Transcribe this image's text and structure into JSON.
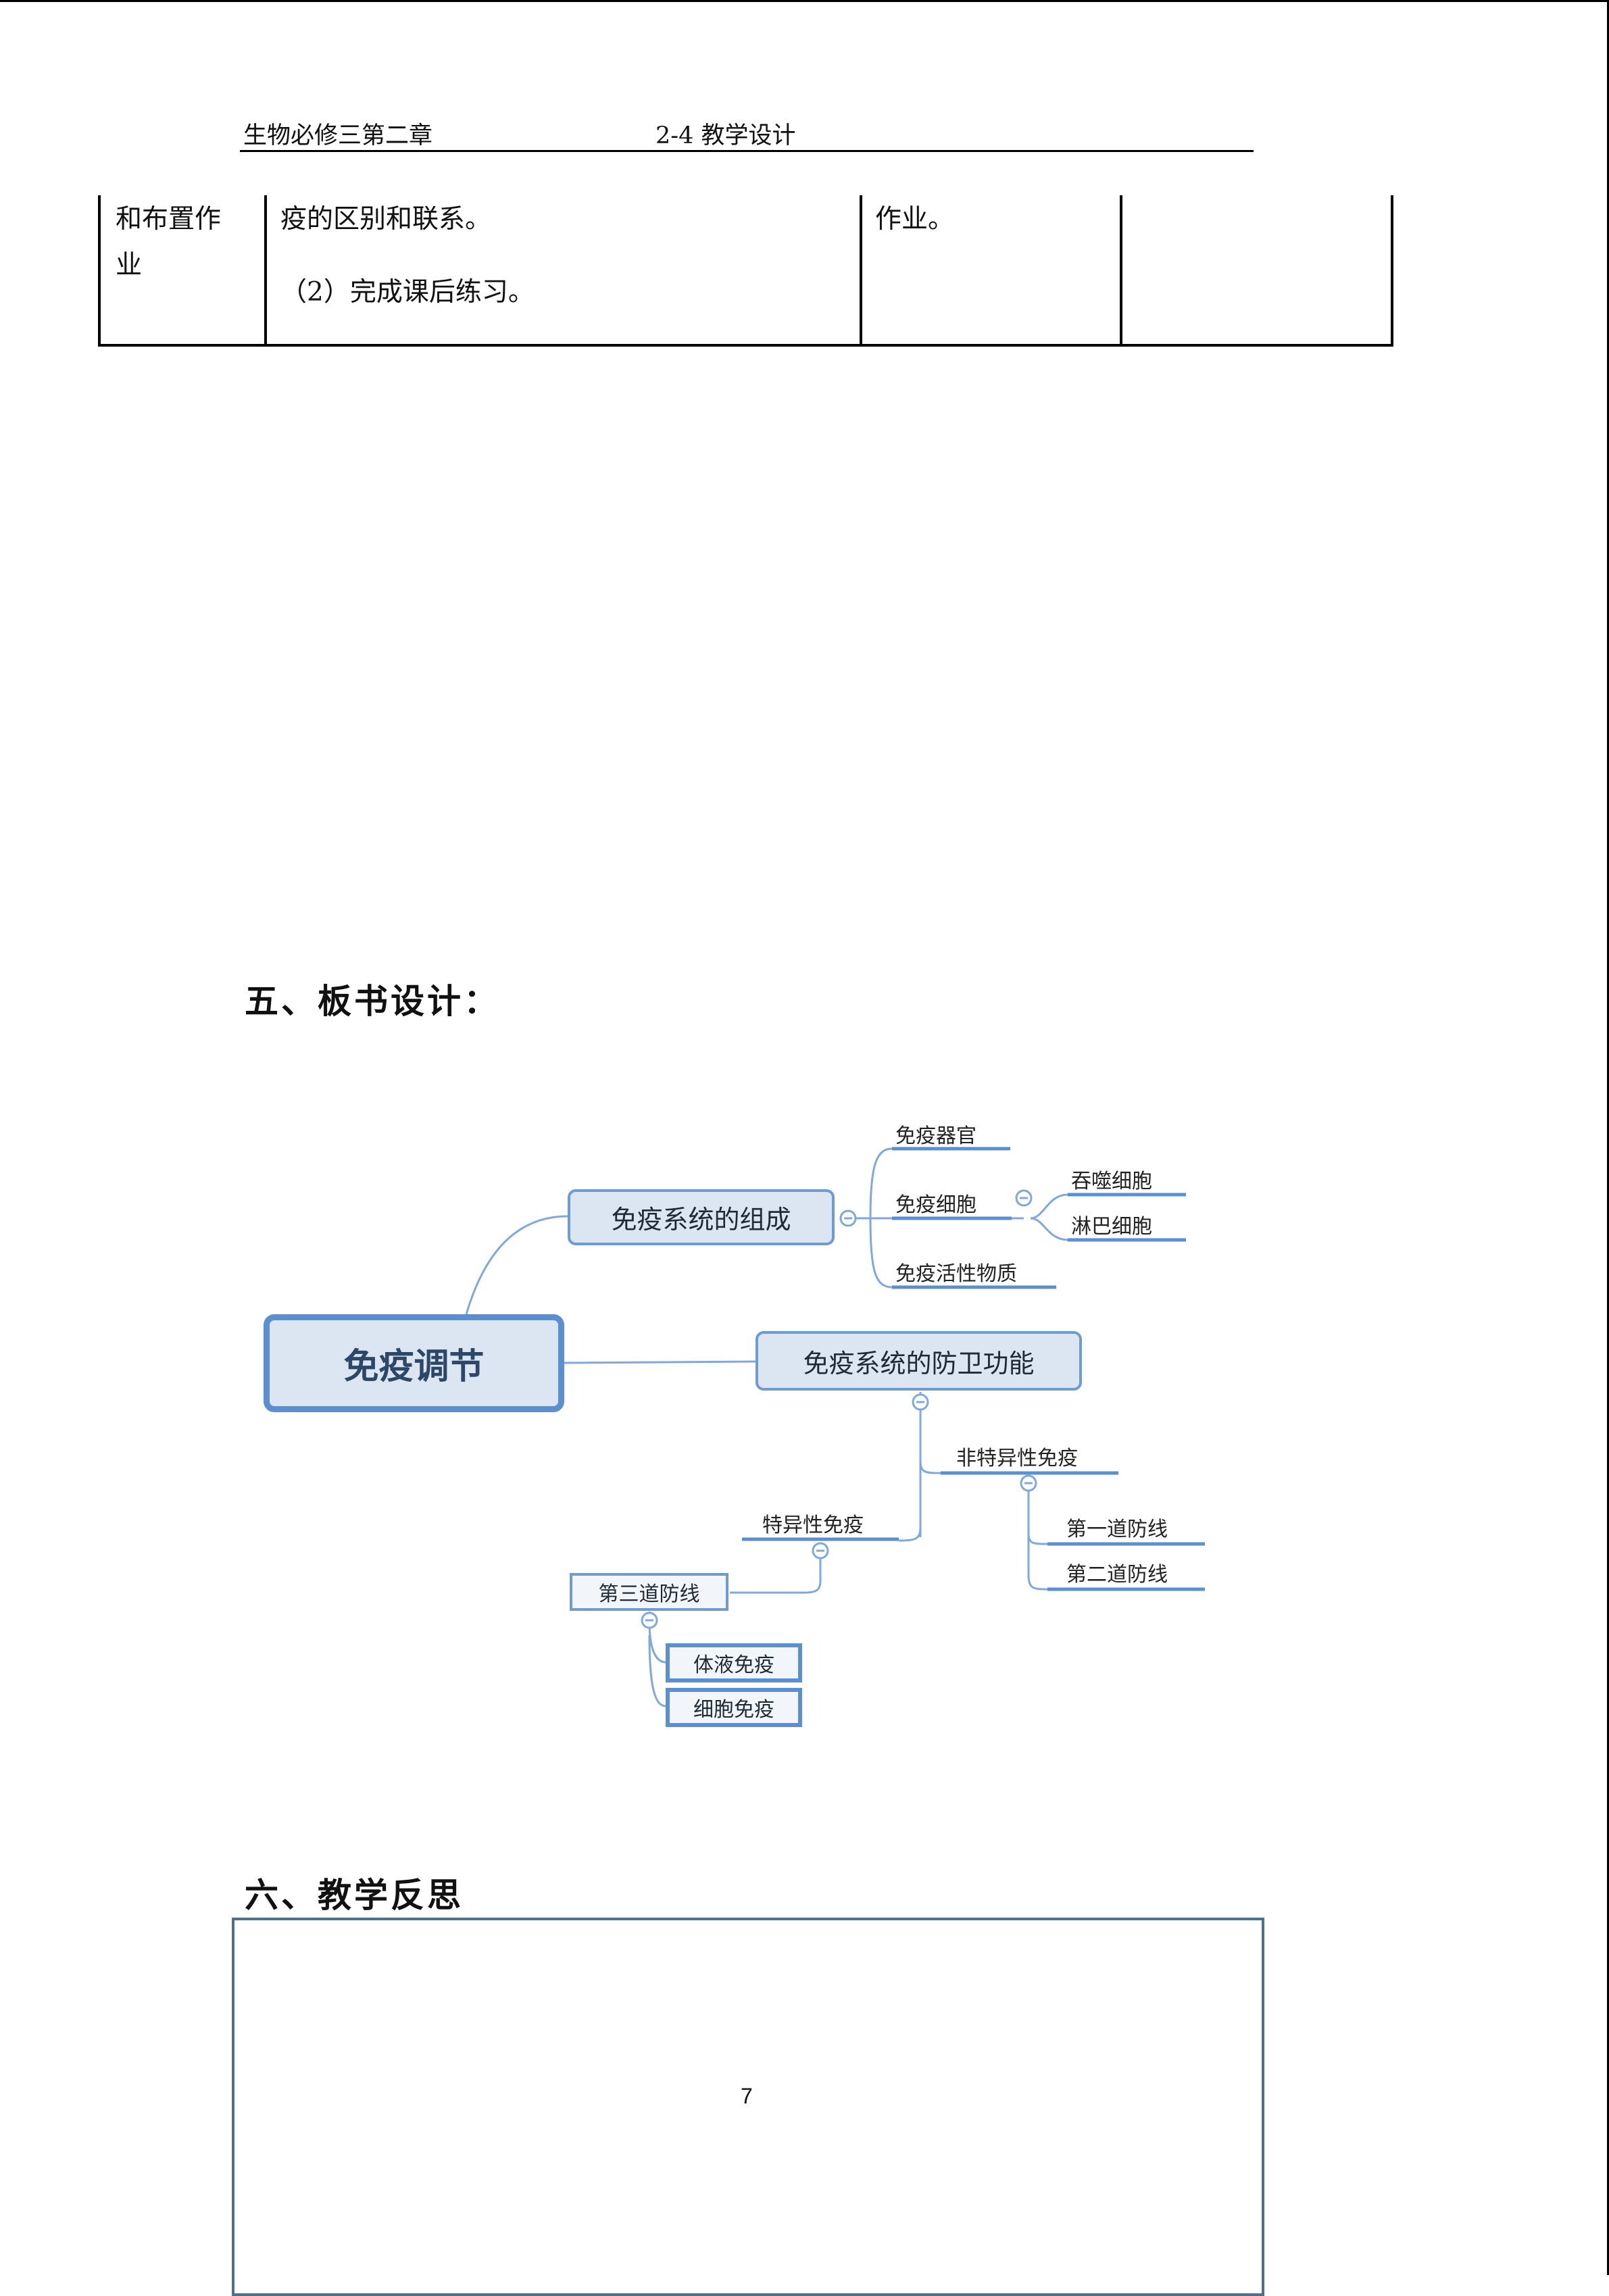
{
  "header": {
    "left": "生物必修三第二章",
    "right": "2-4 教学设计"
  },
  "table": {
    "row": {
      "col1_lines": [
        "和布置作",
        "业"
      ],
      "col2_lines": [
        "疫的区别和联系。",
        "（2）完成课后练习。"
      ],
      "col3": "作业。",
      "col4": ""
    }
  },
  "section5": {
    "title": "五、板书设计："
  },
  "mindmap": {
    "root": "免疫调节",
    "branch1": {
      "label": "免疫系统的组成",
      "children": [
        "免疫器官",
        "免疫细胞",
        "免疫活性物质"
      ],
      "cell_children": [
        "吞噬细胞",
        "淋巴细胞"
      ]
    },
    "branch2": {
      "label": "免疫系统的防卫功能",
      "nonspecific": {
        "label": "非特异性免疫",
        "children": [
          "第一道防线",
          "第二道防线"
        ]
      },
      "specific": {
        "label": "特异性免疫",
        "third": "第三道防线",
        "children": [
          "体液免疫",
          "细胞免疫"
        ]
      }
    },
    "colors": {
      "accent": "#5b8fd0",
      "node_fill": "#dce6f2",
      "line": "#7fa9dd"
    }
  },
  "section6": {
    "title": "六、教学反思"
  },
  "page_number": "7"
}
